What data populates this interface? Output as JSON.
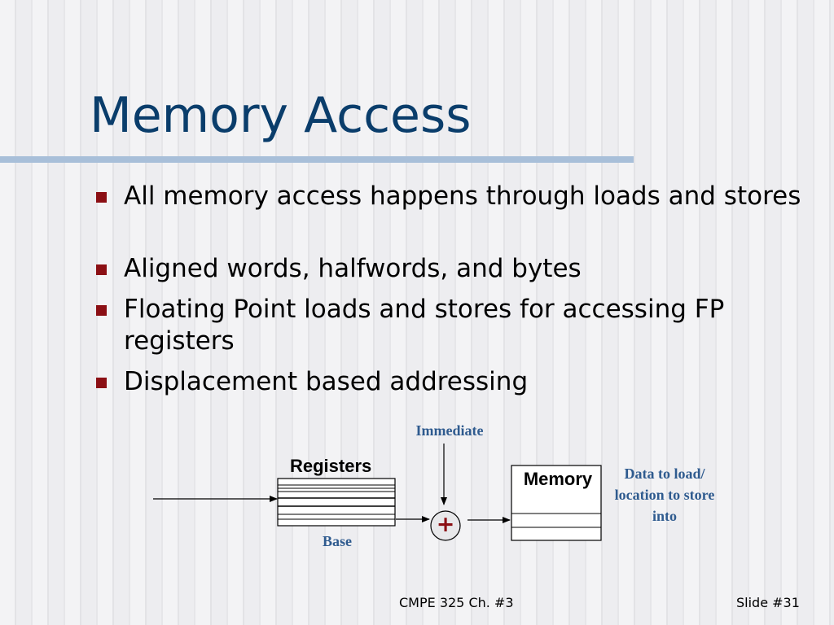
{
  "slide": {
    "title": "Memory Access",
    "bullets": [
      "All memory access happens through loads and stores",
      "Aligned words, halfwords, and bytes",
      "Floating Point loads and stores for accessing FP registers",
      "Displacement based addressing"
    ]
  },
  "diagram": {
    "immediate_label": "Immediate",
    "registers_label": "Registers",
    "base_label": "Base",
    "adder_symbol": "+",
    "memory_label": "Memory",
    "data_label": "Data to load/ location to store into"
  },
  "footer": {
    "course": "CMPE 325 Ch. #3",
    "slide_number": "Slide #31"
  },
  "colors": {
    "title": "#0a3d6b",
    "bullet_marker": "#8b0f14",
    "diagram_text": "#2f5b8f",
    "rule": "#a8bfd9"
  }
}
